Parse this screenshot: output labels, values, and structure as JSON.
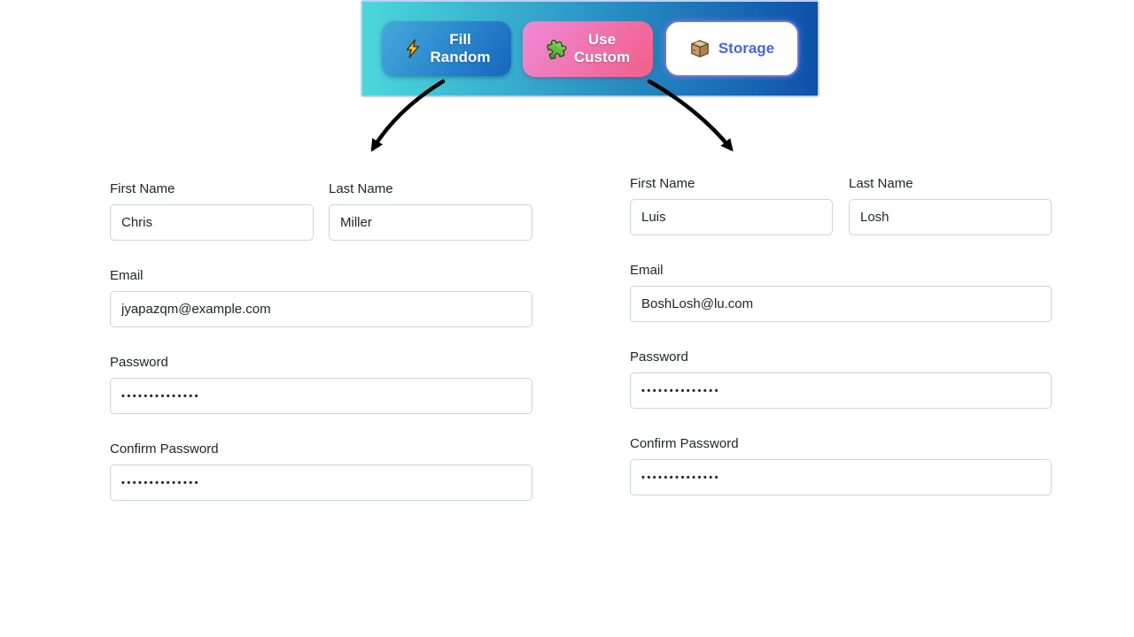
{
  "toolbar": {
    "fill_random": {
      "line1": "Fill",
      "line2": "Random",
      "icon": "lightning-icon"
    },
    "use_custom": {
      "line1": "Use",
      "line2": "Custom",
      "icon": "puzzle-icon"
    },
    "storage": {
      "label": "Storage",
      "icon": "package-icon"
    },
    "colors": {
      "bar_gradient_start": "#4bd7db",
      "bar_gradient_end": "#0d51aa",
      "fill_random_gradient": [
        "#45aadb",
        "#1566bf"
      ],
      "use_custom_gradient": [
        "#ee8ad7",
        "#f25e88"
      ],
      "storage_border": "#6f75db",
      "storage_text": "#4565e0"
    }
  },
  "arrows": {
    "left": "curved-arrow-down-left",
    "right": "curved-arrow-down-right",
    "color": "#000000"
  },
  "forms": [
    {
      "name": "random-filled-form",
      "fields": {
        "first_name": {
          "label": "First Name",
          "value": "Chris"
        },
        "last_name": {
          "label": "Last Name",
          "value": "Miller"
        },
        "email": {
          "label": "Email",
          "value": "jyapazqm@example.com"
        },
        "password": {
          "label": "Password",
          "value": "••••••••••••••"
        },
        "confirm_password": {
          "label": "Confirm Password",
          "value": "••••••••••••••"
        }
      }
    },
    {
      "name": "custom-filled-form",
      "fields": {
        "first_name": {
          "label": "First Name",
          "value": "Luis"
        },
        "last_name": {
          "label": "Last Name",
          "value": "Losh"
        },
        "email": {
          "label": "Email",
          "value": "BoshLosh@lu.com"
        },
        "password": {
          "label": "Password",
          "value": "••••••••••••••"
        },
        "confirm_password": {
          "label": "Confirm Password",
          "value": "••••••••••••••"
        }
      }
    }
  ]
}
